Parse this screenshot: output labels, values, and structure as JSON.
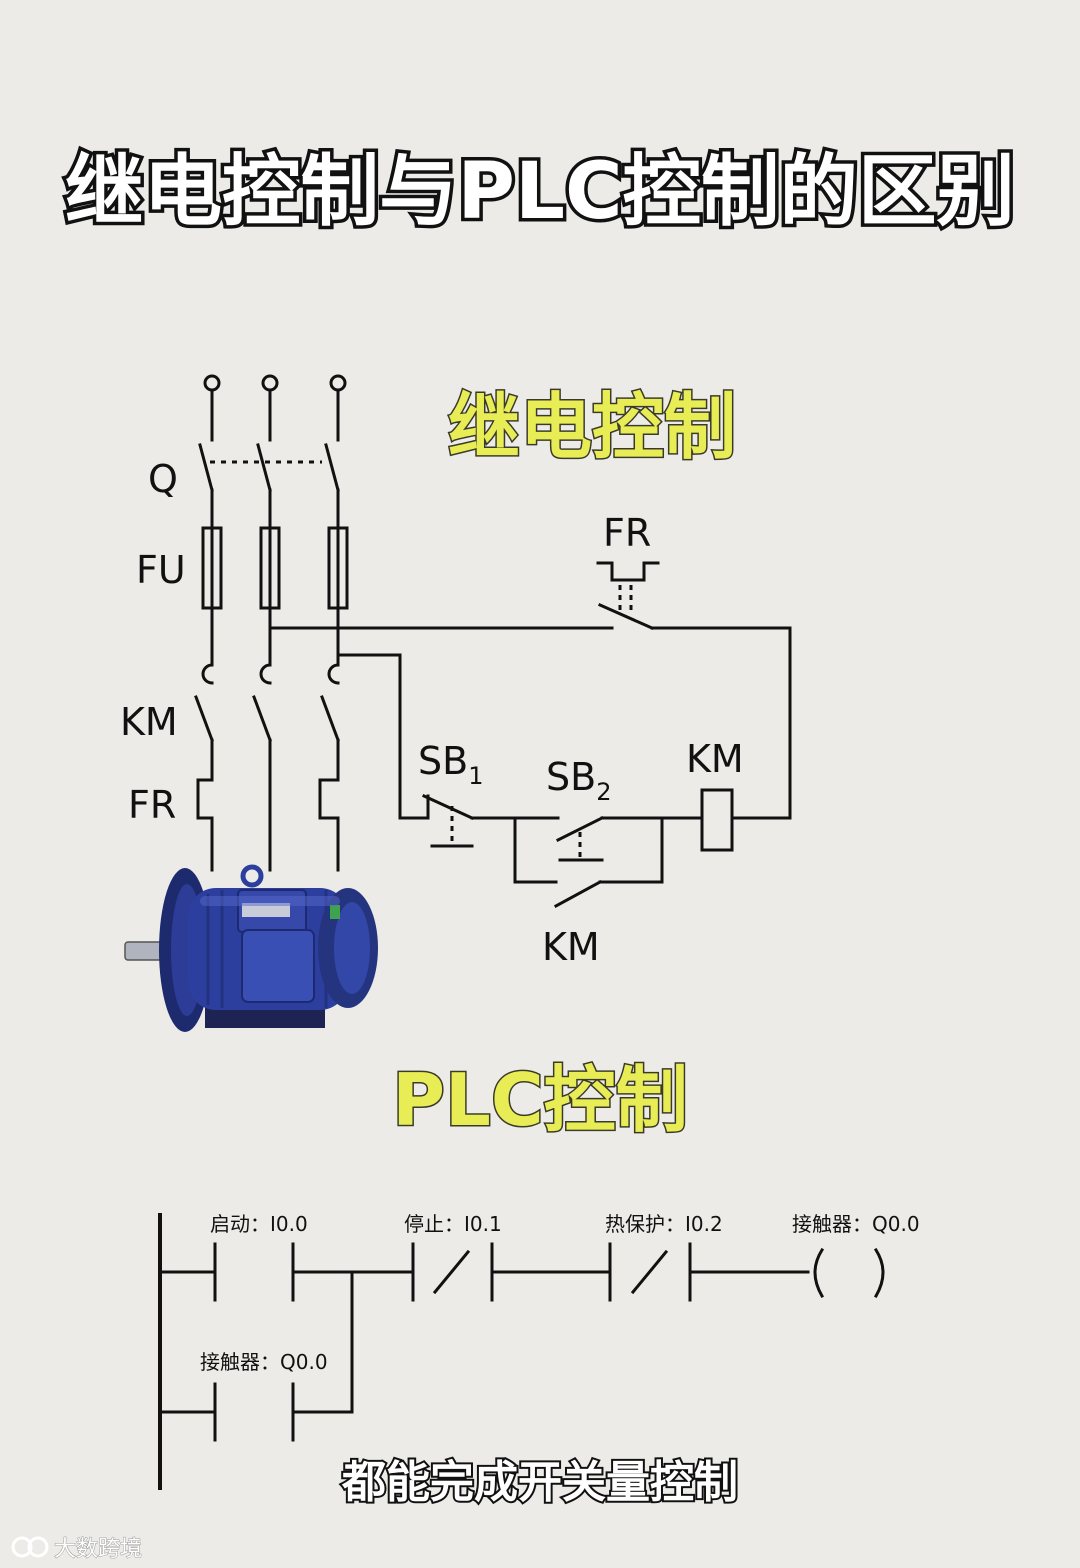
{
  "title": "继电控制与PLC控制的区别",
  "relay_section": {
    "heading": "继电控制",
    "labels": {
      "q": "Q",
      "fu": "FU",
      "km_main": "KM",
      "fr_main": "FR",
      "fr_contact": "FR",
      "sb1": "SB",
      "sb1_sub": "1",
      "sb2": "SB",
      "sb2_sub": "2",
      "km_coil": "KM",
      "km_hold": "KM"
    },
    "motor_icon": "electric-motor-icon"
  },
  "plc_section": {
    "heading": "PLC控制",
    "contacts": [
      {
        "label": "启动：I0.0",
        "type": "NO"
      },
      {
        "label": "停止：I0.1",
        "type": "NC"
      },
      {
        "label": "热保护：I0.2",
        "type": "NC"
      }
    ],
    "coil": {
      "label": "接触器：Q0.0"
    },
    "branch_contact": {
      "label": "接触器：Q0.0",
      "type": "NO"
    }
  },
  "caption": "都能完成开关量控制",
  "watermark": "大数跨境",
  "colors": {
    "background": "#ecebe7",
    "heading_yellow": "#e8ec55",
    "motor_blue": "#2c3f9e",
    "line": "#111111"
  }
}
